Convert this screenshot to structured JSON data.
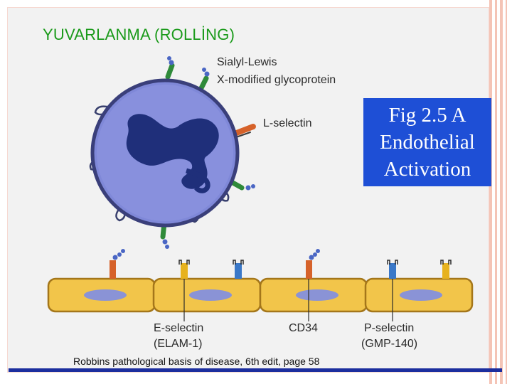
{
  "slide": {
    "title": "YUVARLANMA (ROLLİNG)",
    "caption": "Robbins pathological basis of disease, 6th edit, page 58"
  },
  "figure_box": {
    "line1": "Fig 2.5 A",
    "line2": "Endothelial",
    "line3": "Activation",
    "color": "#1e4fd6"
  },
  "labels": {
    "sialyl_line1": "Sialyl-Lewis",
    "sialyl_line2": "X-modified glycoprotein",
    "l_selectin": "L-selectin",
    "e_selectin_line1": "E-selectin",
    "e_selectin_line2": "(ELAM-1)",
    "cd34": "CD34",
    "p_selectin_line1": "P-selectin",
    "p_selectin_line2": "(GMP-140)"
  },
  "colors": {
    "title": "#1a9a1a",
    "leukocyte": "#7f88d8",
    "nucleus": "#1f2f7a",
    "endothelium": "#f2c54a",
    "accent_bar": "#1c2e9e"
  }
}
